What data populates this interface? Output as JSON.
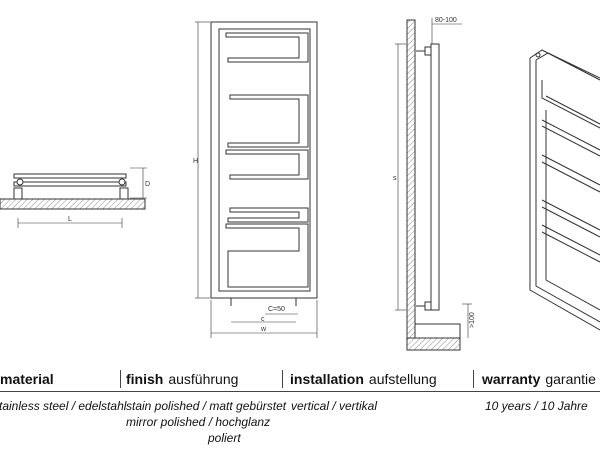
{
  "dimensions": {
    "left_view": {
      "length": "L",
      "depth": "D"
    },
    "front_view": {
      "height": "H",
      "pipe_centers": "C=50",
      "centers": "c",
      "width": "w"
    },
    "side_view": {
      "wall_distance": "80-100",
      "height_s": "s",
      "floor_distance": ">100"
    }
  },
  "specs": {
    "material": {
      "label": "material",
      "label_de": "",
      "value": "stainless steel / edelstahl"
    },
    "finish": {
      "label": "finish",
      "label_de": "ausführung",
      "values": [
        "stain polished / matt gebürstet",
        "mirror polished / hochglanz",
        "poliert"
      ]
    },
    "installation": {
      "label": "installation",
      "label_de": "aufstellung",
      "value": "vertical / vertikal"
    },
    "warranty": {
      "label": "warranty",
      "label_de": "garantie",
      "value": "10 years / 10 Jahre"
    }
  },
  "colors": {
    "line": "#333333",
    "hatch": "#9a9a9a",
    "text": "#111111"
  }
}
